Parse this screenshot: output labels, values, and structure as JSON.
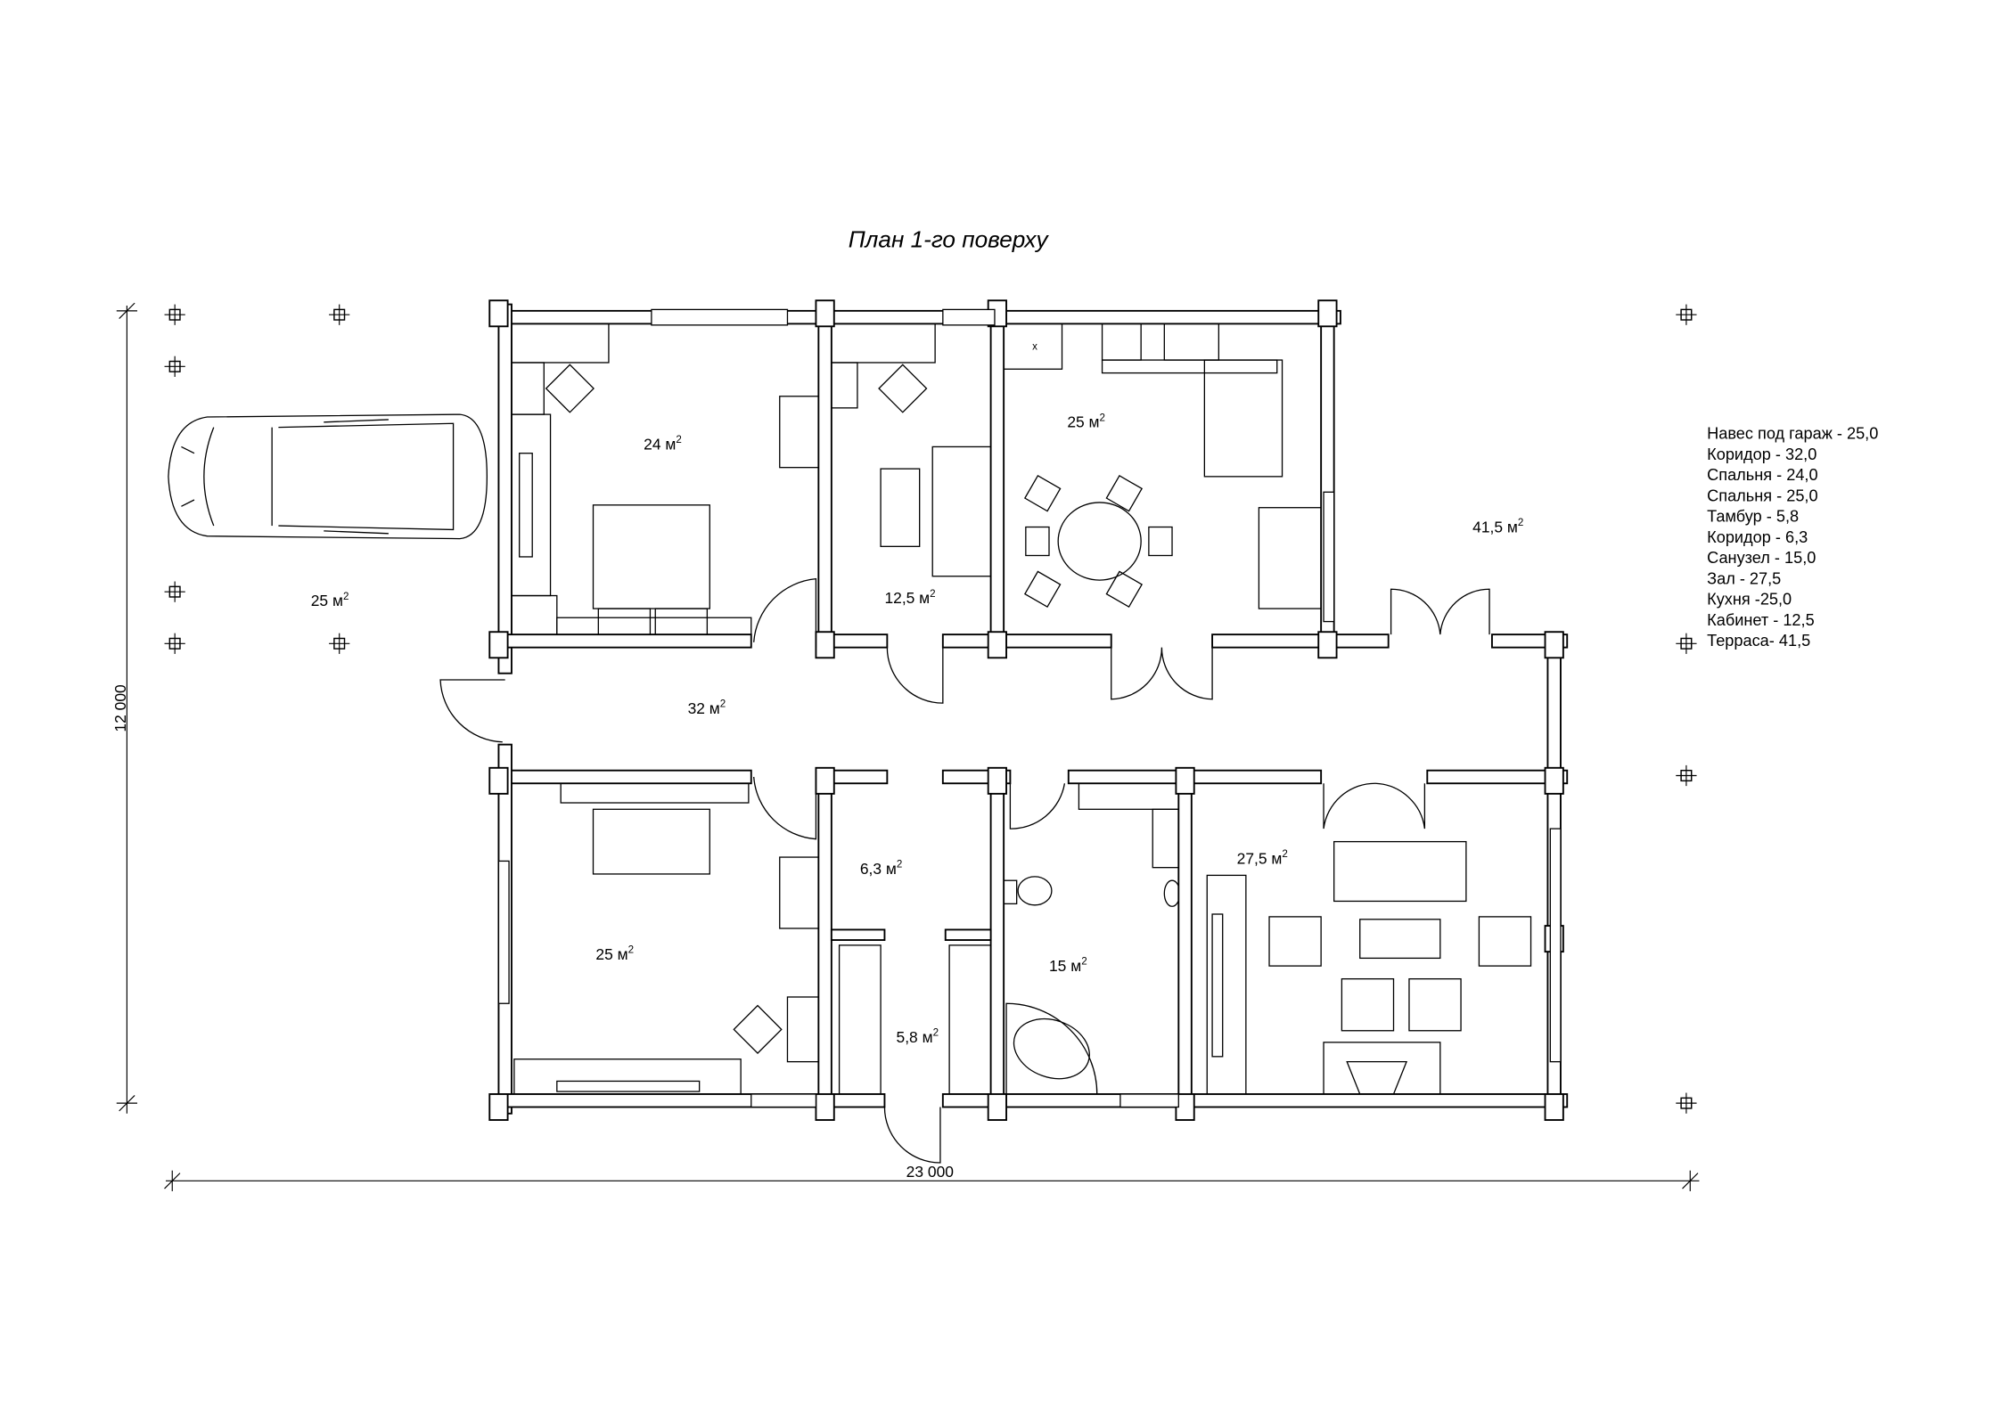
{
  "title": "План 1-го поверху",
  "dimensions": {
    "height": "12 000",
    "width": "23 000"
  },
  "rooms": {
    "garage": "25 м",
    "bedroom1": "24 м",
    "cabinet": "12,5 м",
    "kitchen": "25 м",
    "terrace": "41,5 м",
    "corridor": "32 м",
    "corridor2": "6,3 м",
    "bedroom2": "25 м",
    "bathroom": "15 м",
    "hall": "27,5 м",
    "tambur": "5,8 м",
    "sup": "2"
  },
  "legend": [
    "Навес под гараж - 25,0",
    "Коридор - 32,0",
    "Спальня - 24,0",
    "Спальня - 25,0",
    "Тамбур - 5,8",
    "Коридор - 6,3",
    "Санузел - 15,0",
    "Зал - 27,5",
    "Кухня -25,0",
    "Кабинет - 12,5",
    "Терраса- 41,5"
  ],
  "kitchen_mark": "x"
}
